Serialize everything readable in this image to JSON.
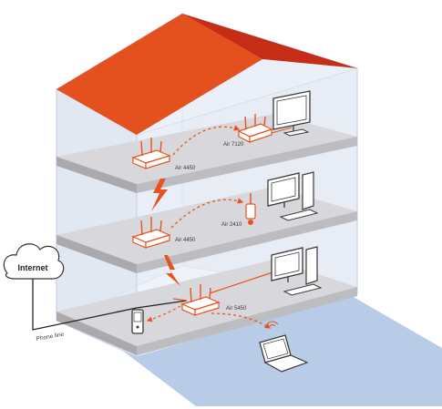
{
  "labels": {
    "internet": "Internet",
    "phone_line": "Phone line",
    "router_top": "Air 4450",
    "router_middle": "Air 4450",
    "router_bottom": "Air 5450",
    "adapter_top": "Air 7120",
    "extender_middle": "Air 2410"
  },
  "colors": {
    "roof_light": "#e4511e",
    "roof_dark": "#c62d16",
    "wall_tint": "#dde6f2",
    "floor_slab": "#d8d8dc",
    "ground": "#b8cce8",
    "accent": "#e8531d",
    "device_outline": "#3a3a3a"
  }
}
